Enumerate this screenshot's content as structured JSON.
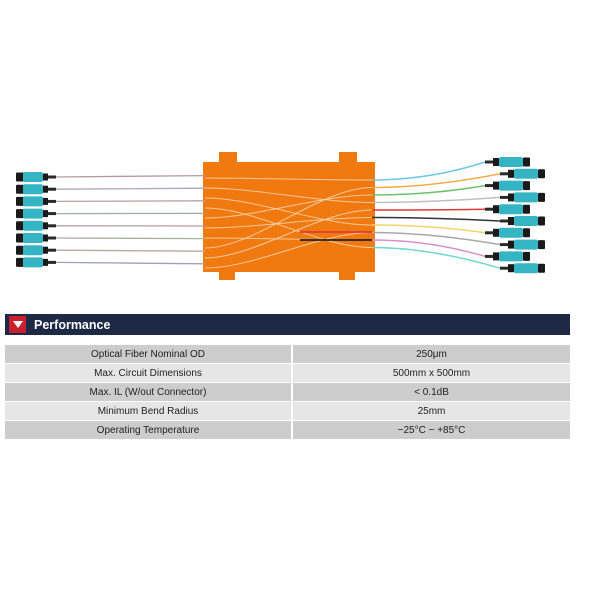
{
  "section": {
    "title": "Performance"
  },
  "specs": [
    {
      "parameter": "Optical Fiber Nominal OD",
      "value": "250μm"
    },
    {
      "parameter": "Max. Circuit Dimensions",
      "value": "500mm x 500mm"
    },
    {
      "parameter": "Max. IL (W/out Connector)",
      "value": "< 0.1dB"
    },
    {
      "parameter": "Minimum Bend Radius",
      "value": "25mm"
    },
    {
      "parameter": "Operating Temperature",
      "value": "−25°C ~ +85°C"
    }
  ],
  "colors": {
    "header_bg": "#1e2a45",
    "header_marker": "#c8202c",
    "row_dark": "#cdcdcd",
    "row_light": "#e6e6e6",
    "flex_circuit": "#f07a10",
    "connector": "#35b4c4"
  }
}
